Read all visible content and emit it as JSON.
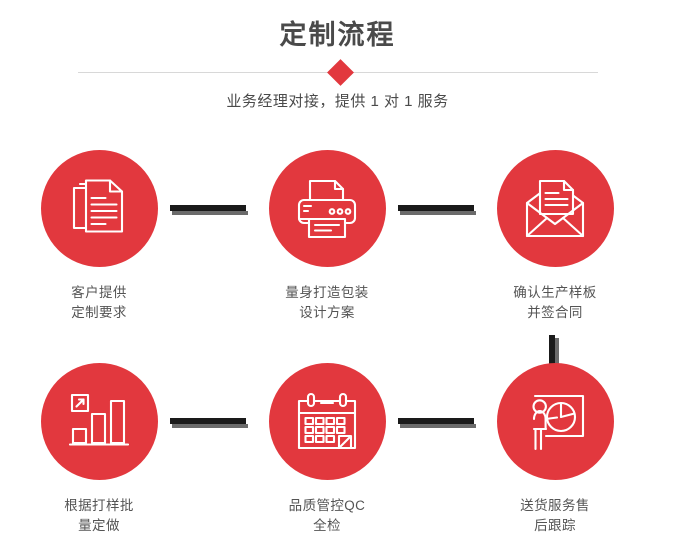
{
  "header": {
    "title": "定制流程",
    "subtitle": "业务经理对接，提供 1 对 1 服务",
    "diamond_icon": "diamond-marker",
    "accent_color": "#e2383e",
    "title_color": "#4a4a4a",
    "divider_color": "#d8d8d8"
  },
  "flow": {
    "connector_color": "#1a1a1a",
    "connector_shadow_color": "#6b6b6b",
    "circle_color": "#e2383e",
    "label_color": "#545454",
    "steps": [
      {
        "index": 1,
        "icon": "documents-stack-icon",
        "label": "客户提供\n定制要求"
      },
      {
        "index": 2,
        "icon": "printer-icon",
        "label": "量身打造包装\n设计方案"
      },
      {
        "index": 3,
        "icon": "envelope-document-icon",
        "label": "确认生产样板\n并签合同"
      },
      {
        "index": 4,
        "icon": "bar-chart-growth-icon",
        "label": "根据打样批\n量定做"
      },
      {
        "index": 5,
        "icon": "calendar-icon",
        "label": "品质管控QC\n全检"
      },
      {
        "index": 6,
        "icon": "presenter-pie-chart-icon",
        "label": "送货服务售\n后跟踪"
      }
    ]
  }
}
